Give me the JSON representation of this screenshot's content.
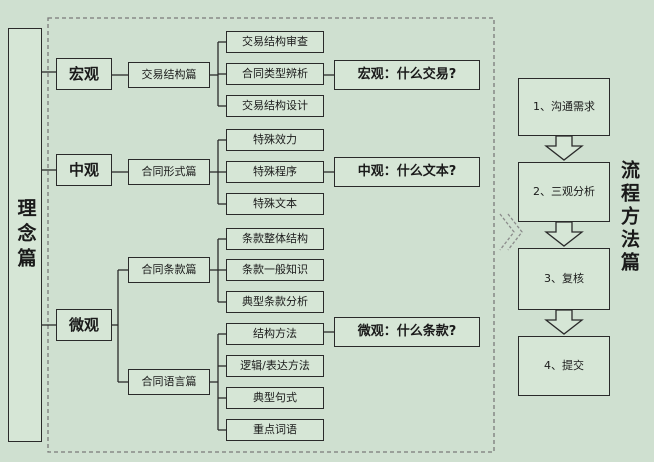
{
  "left_title": "理念篇",
  "right_title": "流程方法篇",
  "levels": {
    "macro": {
      "label": "宏观",
      "group": "交易结构篇",
      "items": [
        "交易结构审查",
        "合同类型辨析",
        "交易结构设计"
      ],
      "question": "宏观：什么交易?"
    },
    "meso": {
      "label": "中观",
      "group": "合同形式篇",
      "items": [
        "特殊效力",
        "特殊程序",
        "特殊文本"
      ],
      "question": "中观：什么文本?"
    },
    "micro": {
      "label": "微观",
      "groups": [
        {
          "name": "合同条款篇",
          "items": [
            "条款整体结构",
            "条款一般知识",
            "典型条款分析"
          ]
        },
        {
          "name": "合同语言篇",
          "items": [
            "结构方法",
            "逻辑/表达方法",
            "典型句式",
            "重点词语"
          ]
        }
      ],
      "question": "微观：什么条款?"
    }
  },
  "steps": [
    "1、沟通需求",
    "2、三观分析",
    "3、复核",
    "4、提交"
  ],
  "colors": {
    "background": "#cfe0d0",
    "box_fill": "#d6e6d6",
    "stroke": "#2a2a2a",
    "dashed": "#7a7a7a"
  }
}
